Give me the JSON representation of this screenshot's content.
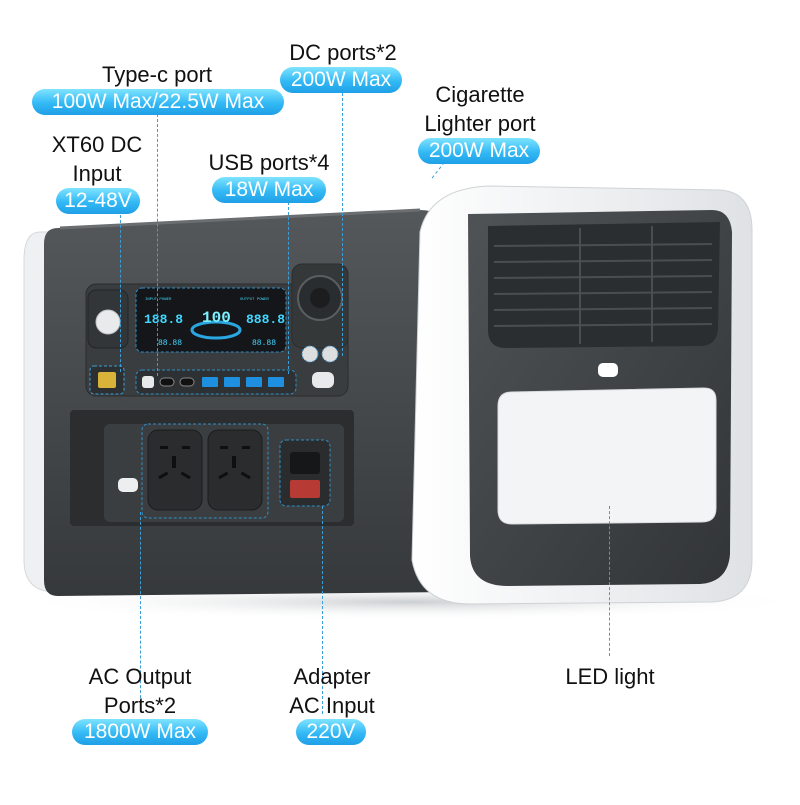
{
  "callouts": {
    "typec": {
      "title": "Type-c port",
      "badge": "100W Max/22.5W Max"
    },
    "dc": {
      "title": "DC ports*2",
      "badge": "200W Max"
    },
    "cig": {
      "title_line1": "Cigarette",
      "title_line2": "Lighter port",
      "badge": "200W Max"
    },
    "xt60": {
      "title_line1": "XT60 DC",
      "title_line2": "Input",
      "badge": "12-48V"
    },
    "usb": {
      "title": "USB ports*4",
      "badge": "18W Max"
    },
    "ac_out": {
      "title_line1": "AC Output",
      "title_line2": "Ports*2",
      "badge": "1800W Max"
    },
    "adapter": {
      "title_line1": "Adapter",
      "title_line2": "AC Input",
      "badge": "220V"
    },
    "led": {
      "title": "LED light"
    }
  },
  "display": {
    "left_readout": "188.8",
    "center_readout": "100",
    "right_readout": "888.8",
    "bottom_left": "88.88",
    "bottom_right": "88.88",
    "label_input": "INPUT POWER",
    "label_output": "OUTPUT POWER"
  },
  "colors": {
    "accent": "#33b9f5",
    "body_dark": "#3f4244",
    "shell_white": "#f4f5f6",
    "lcd_cyan": "#41d8ff"
  }
}
